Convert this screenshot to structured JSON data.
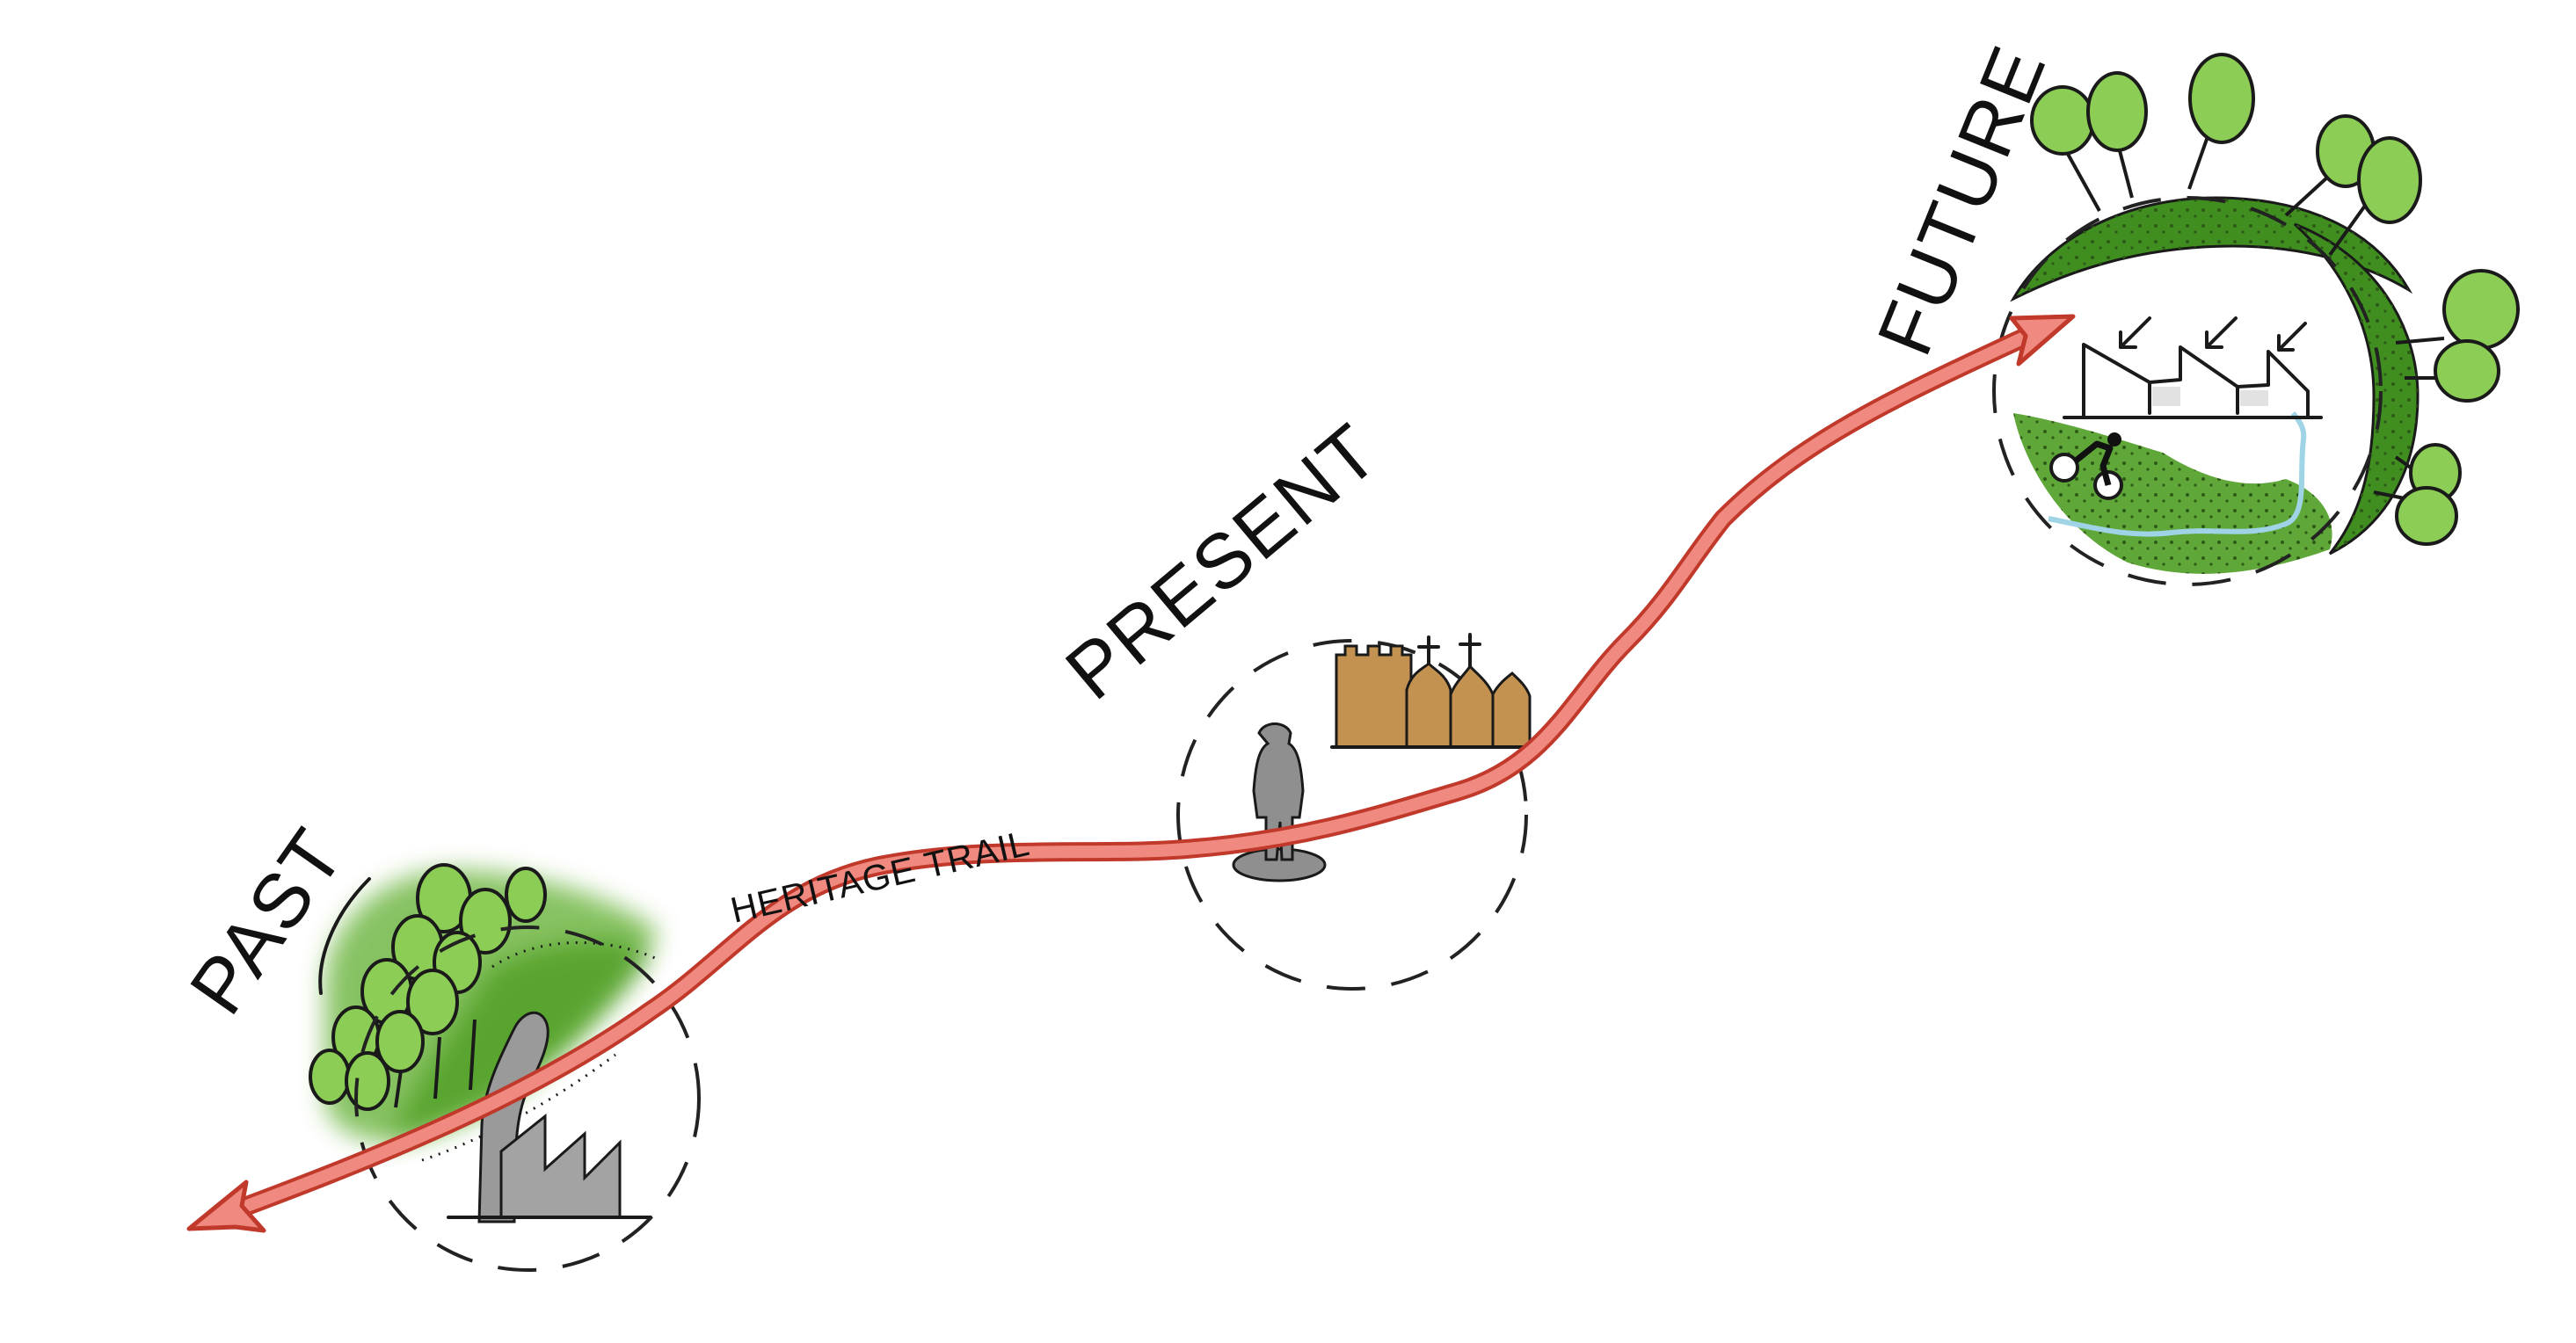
{
  "stages": {
    "past": "PAST",
    "present": "PRESENT",
    "future": "FUTURE"
  },
  "trail_label": "HERITAGE TRAIL",
  "colors": {
    "trail_fill": "#f08a80",
    "trail_stroke": "#c0392b",
    "vegetation": "#5fae2e",
    "tree": "#8ccd55",
    "chimney": "#9a9a9a",
    "church": "#c39150",
    "stream": "#9fd3e6"
  }
}
